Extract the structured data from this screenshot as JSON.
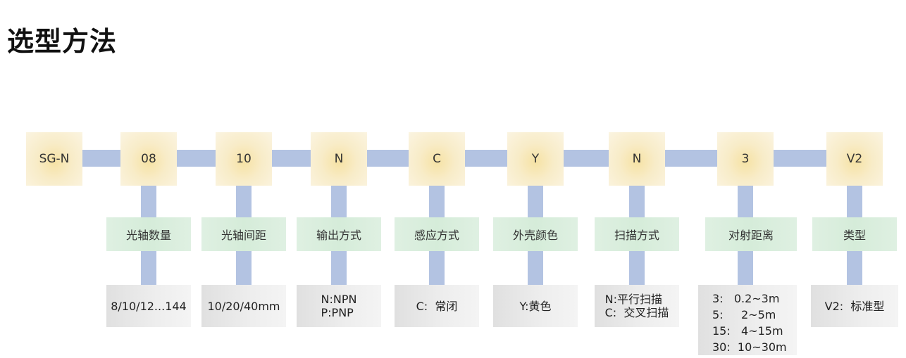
{
  "title": "选型方法",
  "codes": [
    "SG-N",
    "08",
    "10",
    "N",
    "C",
    "Y",
    "N",
    "3",
    "V2"
  ],
  "labels": [
    "光轴数量",
    "光轴间距",
    "输出方式",
    "感应方式",
    "外壳颜色",
    "扫描方式",
    "对射距离",
    "类型"
  ],
  "values": [
    "8/10/12...144",
    "10/20/40mm",
    "N:NPN\nP:PNP",
    "C:  常闭",
    "Y:黄色",
    "N:平行扫描\nC:  交叉扫描",
    "3:   0.2~3m\n5:     2~5m\n15:   4~15m\n30:  10~30m",
    "V2:  标准型"
  ],
  "colors": {
    "connector": "#b3c3e2",
    "code_box": "#f6e2a4",
    "label_box": "#d5ecd9",
    "value_box": "#e9e9e9"
  }
}
